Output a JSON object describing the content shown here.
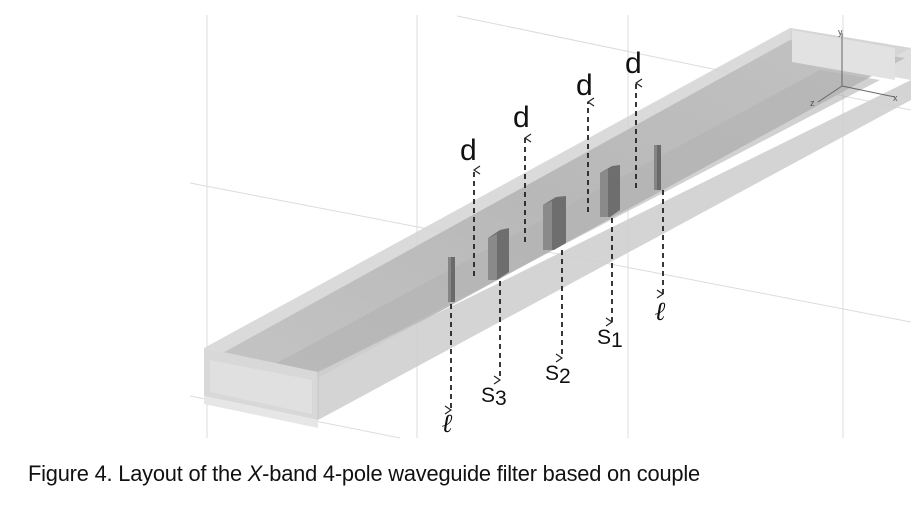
{
  "figure": {
    "caption_prefix": "Figure 4. Layout of the ",
    "caption_italic": "X",
    "caption_suffix": "-band 4-pole waveguide filter based on couple",
    "axes": {
      "x": "x",
      "y": "y",
      "z": "z"
    },
    "labels": {
      "d": [
        "d",
        "d",
        "d",
        "d"
      ],
      "s1": "S1",
      "s2": "S2",
      "s3": "S3",
      "l_left": "ℓ",
      "l_right": "ℓ"
    },
    "colors": {
      "waveguide_outer": "#d9d9d9",
      "waveguide_floor": "#bdbdbd",
      "post": "#6e6e6e",
      "grid": "#d0d0d0",
      "dash": "#222222"
    }
  }
}
